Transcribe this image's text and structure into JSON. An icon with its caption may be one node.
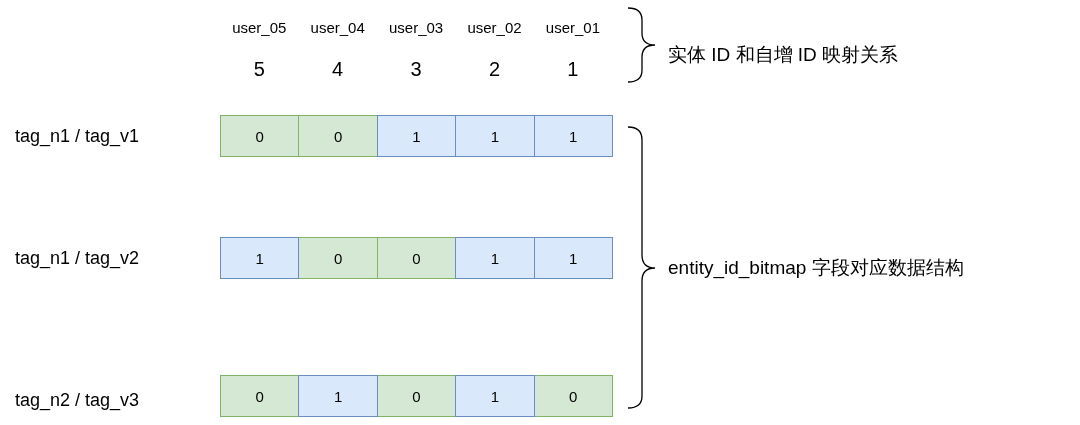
{
  "diagram": {
    "nodes": [
      {
        "text": [
          "0"
        ]
      },
      {
        "text": [
          "0"
        ]
      },
      {
        "text": [
          "1"
        ]
      },
      {
        "text": [
          "1"
        ]
      },
      {
        "text": [
          "1"
        ]
      },
      {
        "text": [
          "1"
        ]
      },
      {
        "text": [
          "0"
        ]
      },
      {
        "text": [
          "0"
        ]
      },
      {
        "text": [
          "1"
        ]
      },
      {
        "text": [
          "1"
        ]
      },
      {
        "text": [
          "0"
        ]
      },
      {
        "text": [
          "1"
        ]
      },
      {
        "text": [
          "0"
        ]
      },
      {
        "text": [
          "1"
        ]
      },
      {
        "text": [
          "0"
        ]
      }
    ],
    "labels": [
      "user_05",
      "user_04",
      "user_03",
      "user_02",
      "user_01",
      "5",
      "4",
      "3",
      "2",
      "1",
      "实体 ID 和自增 ID 映射关系",
      "tag_n1 / tag_v1",
      "tag_n1 / tag_v2",
      "entity_id_bitmap 字段对应数据结构",
      "tag_n2 / tag_v3"
    ]
  }
}
